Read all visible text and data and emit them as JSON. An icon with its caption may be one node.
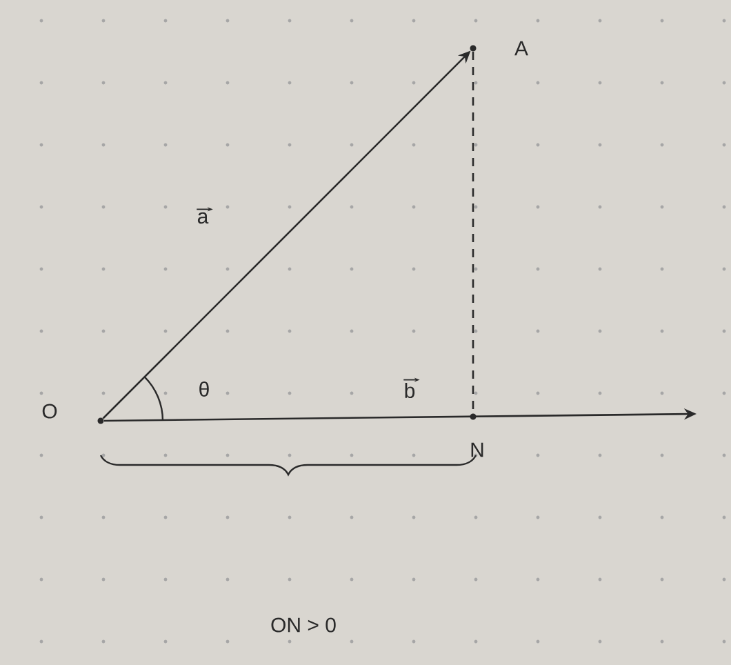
{
  "diagram": {
    "nodes": [
      {
        "text": [
          "O"
        ]
      },
      {
        "text": [
          "A"
        ]
      },
      {
        "text": [
          "N"
        ]
      }
    ],
    "edges": [
      {
        "from": 0,
        "to": 1,
        "arrow": "to",
        "label": "a"
      },
      {
        "from": 1,
        "to": 2,
        "arrow": "none",
        "style": "dashed"
      },
      {
        "from": 0,
        "to": null,
        "arrow": "to",
        "label": "b"
      }
    ],
    "labels": [
      "θ",
      "ON > 0"
    ]
  }
}
